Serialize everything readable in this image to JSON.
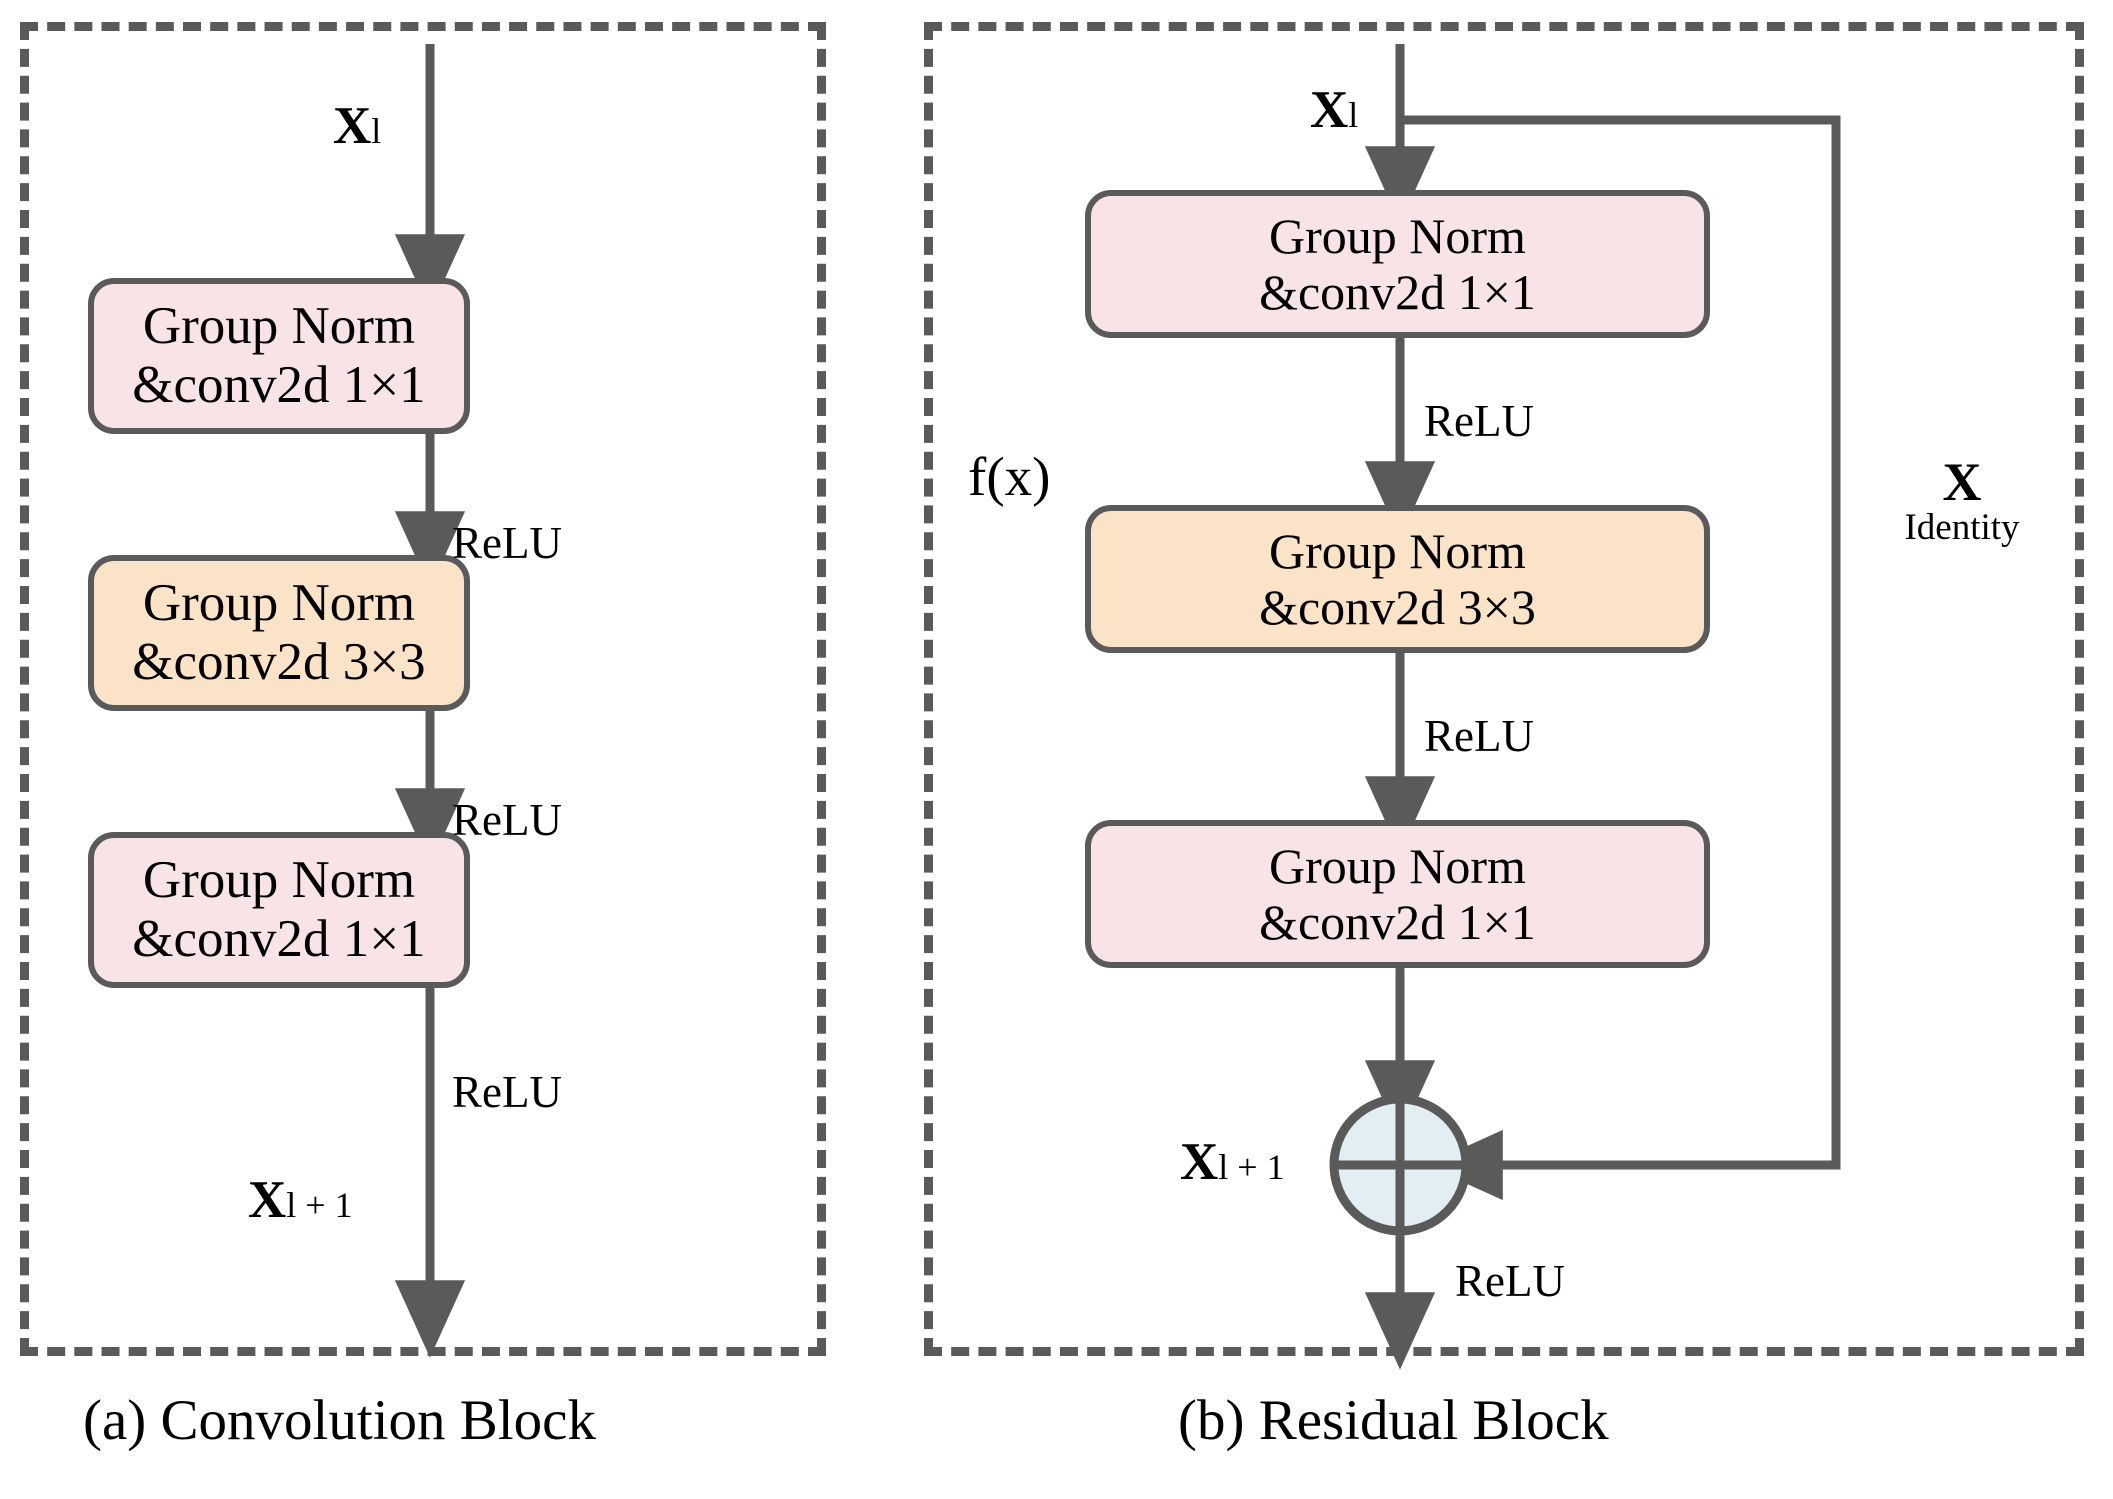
{
  "figure": {
    "type": "diagram",
    "description": "Two neural network block architecture diagrams side by side",
    "panels": [
      {
        "id": "a",
        "caption": "(a) Convolution Block",
        "input_label": "X",
        "input_subscript": "l",
        "output_label": "X",
        "output_subscript": "l + 1",
        "nodes": [
          {
            "line1": "Group Norm",
            "line2": "&conv2d 1×1",
            "color": "#f8e4e6"
          },
          {
            "line1": "Group Norm",
            "line2": "&conv2d 3×3",
            "color": "#fbe3c8"
          },
          {
            "line1": "Group Norm",
            "line2": "&conv2d 1×1",
            "color": "#f8e4e6"
          }
        ],
        "edge_labels": [
          "ReLU",
          "ReLU",
          "ReLU"
        ]
      },
      {
        "id": "b",
        "caption": "(b) Residual Block",
        "input_label": "X",
        "input_subscript": "l",
        "output_label": "X",
        "output_subscript": "l + 1",
        "branch_label": "f(x)",
        "skip_label_big": "X",
        "skip_label_small": "Identity",
        "nodes": [
          {
            "line1": "Group Norm",
            "line2": "&conv2d 1×1",
            "color": "#f8e4e6"
          },
          {
            "line1": "Group Norm",
            "line2": "&conv2d 3×3",
            "color": "#fbe3c8"
          },
          {
            "line1": "Group Norm",
            "line2": "&conv2d 1×1",
            "color": "#f8e4e6"
          }
        ],
        "edge_labels": [
          "ReLU",
          "ReLU",
          "ReLU"
        ],
        "sum_node": "circle-plus"
      }
    ],
    "colors": {
      "pink_fill": "#f8e4e6",
      "orange_fill": "#fbe3c8",
      "blue_fill": "#e3eef3",
      "stroke_gray": "#5a5a5a",
      "text_black": "#000000",
      "background": "#ffffff"
    }
  }
}
